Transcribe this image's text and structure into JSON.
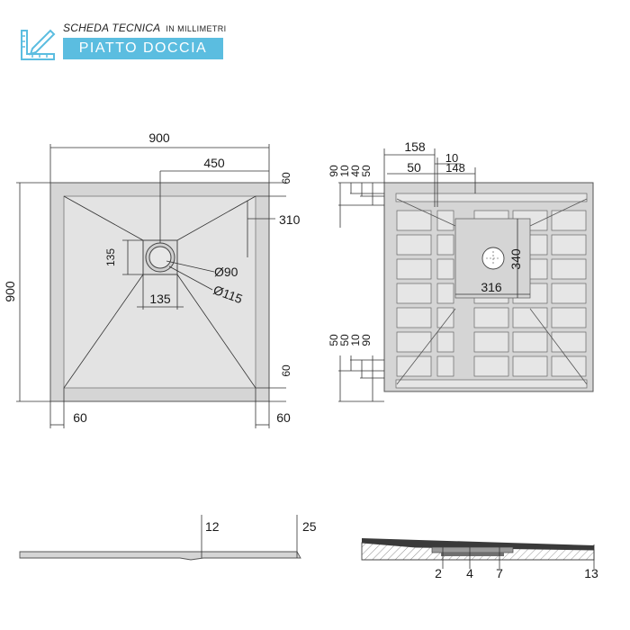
{
  "header": {
    "title": "SCHEDA TECNICA",
    "subtitle": "IN MILLIMETRI",
    "product": "PIATTO DOCCIA",
    "accent_color": "#5bbde0",
    "logo_icon": "pencil-ruler-icon"
  },
  "top_view": {
    "width_label": "900",
    "height_label": "900",
    "half_label": "450",
    "right_rim_label": "60",
    "offset_label": "310",
    "drain_side_label": "135",
    "drain_bottom_label": "135",
    "drain_inner_label": "Ø90",
    "drain_outer_label": "Ø115",
    "bottom_rim_label": "60",
    "left_margin_label": "60",
    "right_margin_label": "60"
  },
  "bottom_view": {
    "top_dims": [
      "158",
      "10",
      "50",
      "148"
    ],
    "left_top_dims": [
      "90",
      "10",
      "40",
      "50"
    ],
    "left_bottom_dims": [
      "50",
      "50",
      "10",
      "90"
    ],
    "inner_width_label": "316",
    "inner_height_label": "340"
  },
  "side_view": {
    "drain_depth_label": "12",
    "edge_height_label": "25"
  },
  "section_view": {
    "labels": [
      "2",
      "4",
      "7",
      "13"
    ]
  }
}
